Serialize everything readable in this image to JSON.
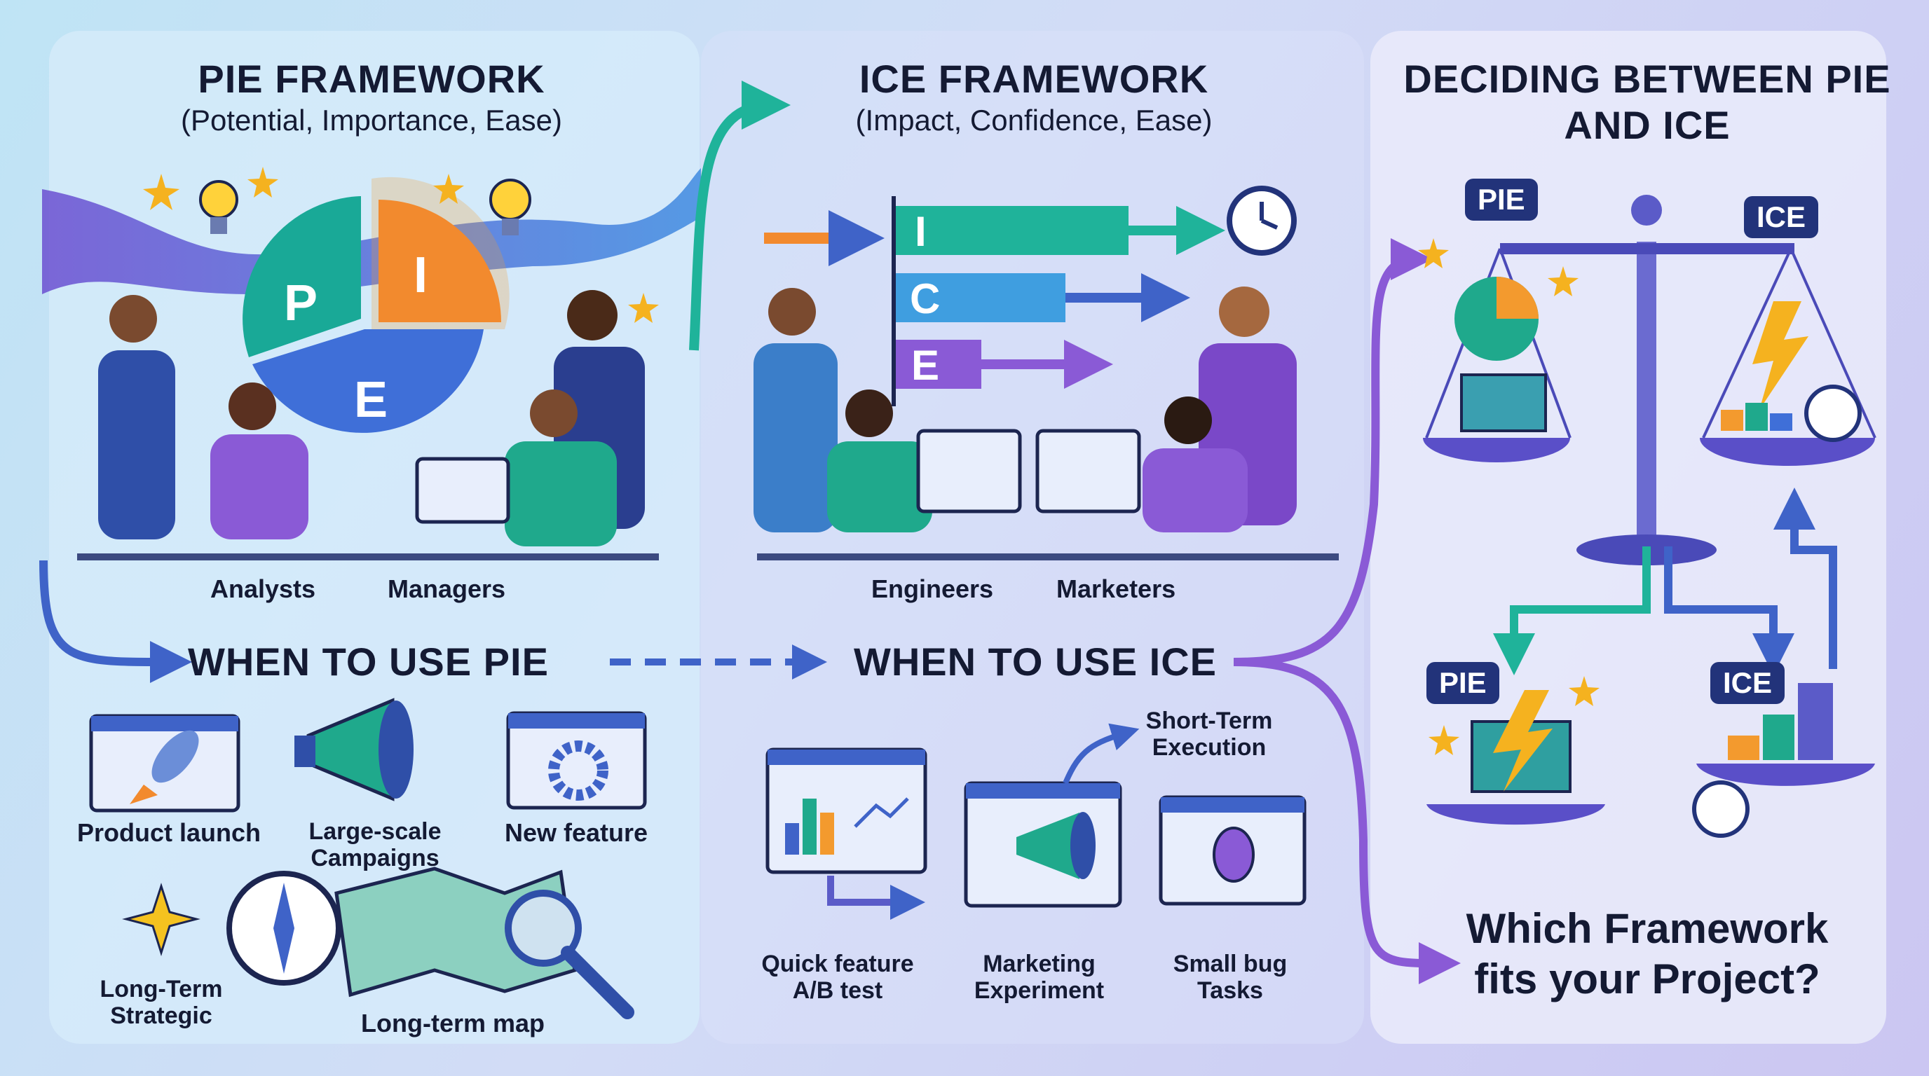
{
  "pie": {
    "title": "PIE FRAMEWORK",
    "subtitle": "(Potential, Importance, Ease)",
    "letters": [
      "P",
      "I",
      "E"
    ],
    "roles": [
      "Analysts",
      "Managers"
    ],
    "when_title": "WHEN TO USE PIE",
    "use_cases": [
      "Product launch",
      "Large-scale Campaigns",
      "New feature",
      "Long-Term Strategic",
      "Long-term map"
    ]
  },
  "ice": {
    "title": "ICE FRAMEWORK",
    "subtitle": "(Impact, Confidence, Ease)",
    "letters": [
      "I",
      "C",
      "E"
    ],
    "roles": [
      "Engineers",
      "Marketers"
    ],
    "when_title": "WHEN TO USE ICE",
    "short_term": "Short-Term Execution",
    "use_cases": [
      "Quick feature A/B test",
      "Marketing Experiment",
      "Small bug Tasks"
    ]
  },
  "decide": {
    "title": "DECIDING BETWEEN PIE AND ICE",
    "badge_pie": "PIE",
    "badge_ice": "ICE",
    "question": "Which Framework fits your Project?"
  },
  "colors": {
    "navy": "#22337a",
    "teal": "#1fb39a",
    "orange": "#f39a2e",
    "blue": "#3f6fd8",
    "purple": "#8a5ad6"
  }
}
